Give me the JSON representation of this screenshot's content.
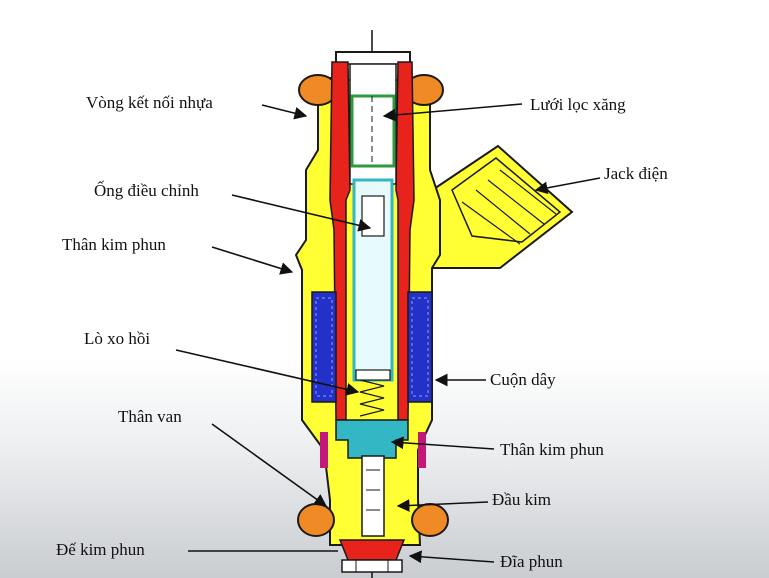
{
  "diagram": {
    "labels": {
      "vong_ket_noi_nhua": "Vòng kết nối nhựa",
      "luoi_loc_xang": "Lưới lọc xăng",
      "jack_dien": "Jack điện",
      "ong_dieu_chinh": "Ống điều chỉnh",
      "than_kim_phun_left": "Thân kim phun",
      "lo_xo_hoi": "Lò xo hồi",
      "cuon_day": "Cuộn dây",
      "than_van": "Thân van",
      "than_kim_phun_right": "Thân kim phun",
      "dau_kim": "Đầu kim",
      "de_kim_phun": "Đế kim phun",
      "dia_phun": "Đĩa phun"
    },
    "colors": {
      "body_yellow": "#ffff33",
      "housing_red": "#e8231c",
      "coil_blue": "#2431c8",
      "oring_orange": "#f08a24",
      "tube_cyan": "#33b7c4",
      "filter_green": "#2d9a3c",
      "magenta": "#c2187a",
      "outline": "#1a1a1a"
    }
  }
}
